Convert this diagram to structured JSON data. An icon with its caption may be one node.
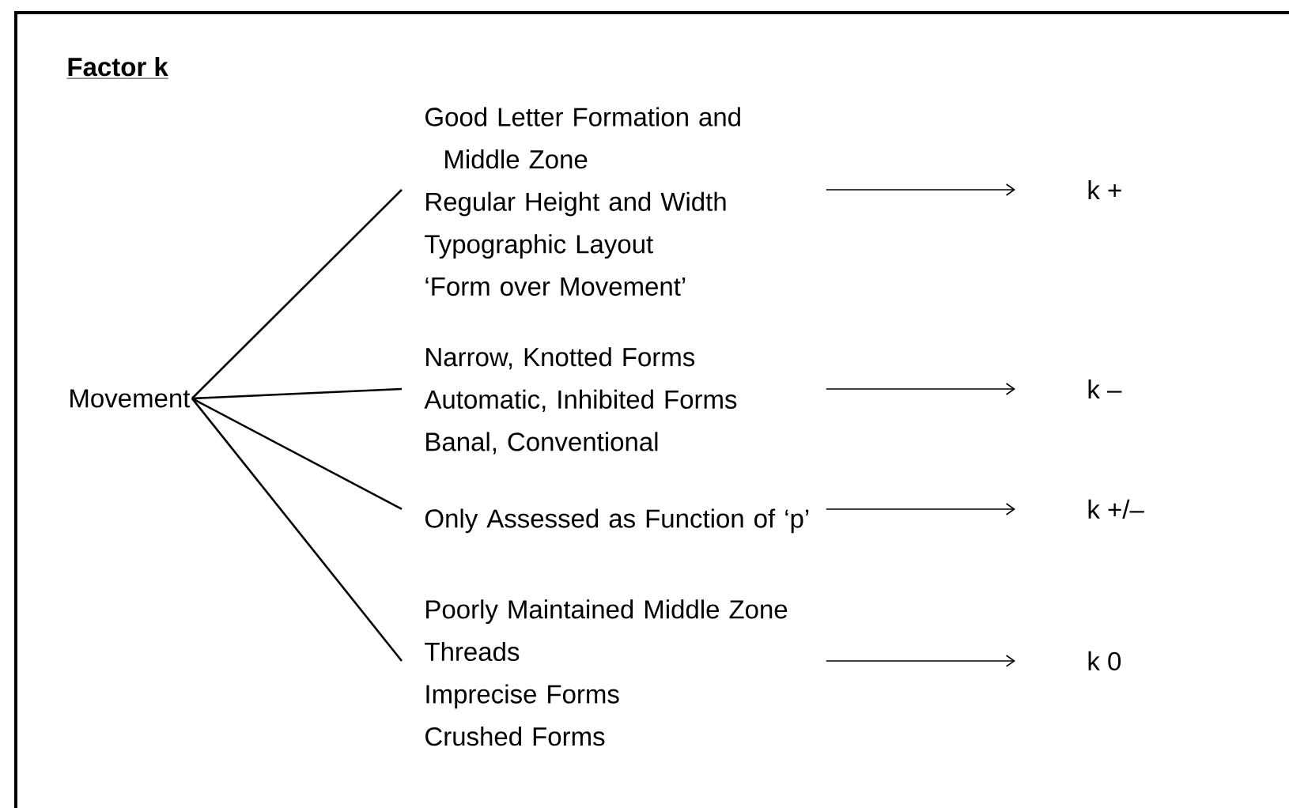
{
  "diagram": {
    "title": "Factor k",
    "nodes": [
      {
        "text": [
          "Movement"
        ]
      },
      {
        "text": [
          "Good Letter Formation and Middle Zone",
          "Regular Height and Width",
          "Typographic Layout",
          "‘Form over Movement’"
        ]
      },
      {
        "text": [
          "Narrow, Knotted Forms",
          "Automatic, Inhibited Forms",
          "Banal, Conventional"
        ]
      },
      {
        "text": [
          "Only Assessed as Function of ‘p’"
        ]
      },
      {
        "text": [
          "Poorly Maintained Middle Zone",
          "Threads",
          "Imprecise Forms",
          "Crushed Forms"
        ]
      },
      {
        "text": [
          "k +"
        ]
      },
      {
        "text": [
          "k –"
        ]
      },
      {
        "text": [
          "k +/–"
        ]
      },
      {
        "text": [
          "k 0"
        ]
      }
    ],
    "edges": [
      {
        "from": 0,
        "to": 1,
        "arrow": "none"
      },
      {
        "from": 0,
        "to": 2,
        "arrow": "none"
      },
      {
        "from": 0,
        "to": 3,
        "arrow": "none"
      },
      {
        "from": 0,
        "to": 4,
        "arrow": "none"
      },
      {
        "from": 1,
        "to": 5,
        "arrow": "to"
      },
      {
        "from": 2,
        "to": 6,
        "arrow": "to"
      },
      {
        "from": 3,
        "to": 7,
        "arrow": "to"
      },
      {
        "from": 4,
        "to": 8,
        "arrow": "to"
      }
    ]
  }
}
